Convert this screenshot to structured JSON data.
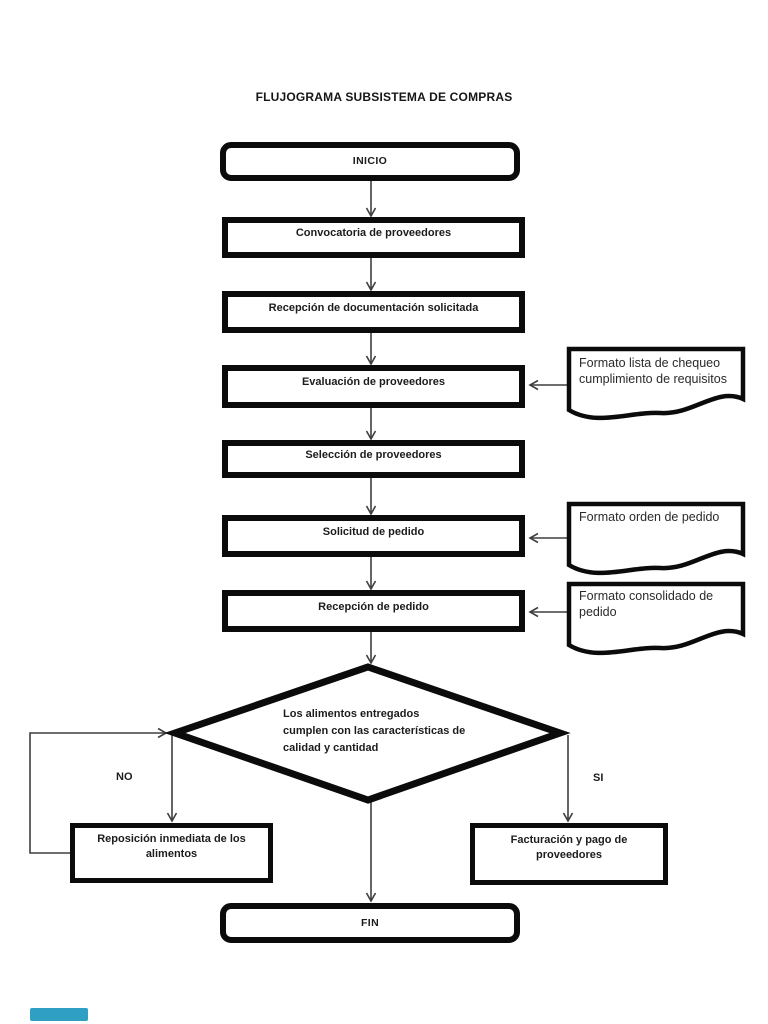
{
  "title": "FLUJOGRAMA SUBSISTEMA DE COMPRAS",
  "nodes": {
    "inicio": {
      "label": "INICIO"
    },
    "convocatoria": {
      "label": "Convocatoria de proveedores"
    },
    "recepcion_documentacion": {
      "label": "Recepción de documentación solicitada"
    },
    "evaluacion": {
      "label": "Evaluación de proveedores"
    },
    "seleccion": {
      "label": "Selección de proveedores"
    },
    "solicitud": {
      "label": "Solicitud de pedido"
    },
    "recepcion_pedido": {
      "label": "Recepción de pedido"
    },
    "decision": {
      "label": "Los alimentos entregados cumplen con las características de calidad y cantidad",
      "lines": [
        "Los alimentos entregados",
        "cumplen con las características de",
        "calidad y cantidad"
      ]
    },
    "reposicion": {
      "label": "Reposición inmediata de los alimentos",
      "lines": [
        "Reposición inmediata de los",
        "alimentos"
      ]
    },
    "facturacion": {
      "label": "Facturación y pago de proveedores",
      "lines": [
        "Facturación y pago de",
        "proveedores"
      ]
    },
    "fin": {
      "label": "FIN"
    }
  },
  "documents": {
    "doc_lista_chequeo": {
      "label": "Formato lista de chequeo cumplimiento de requisitos",
      "lines": [
        "Formato lista de chequeo",
        "cumplimiento de requisitos"
      ]
    },
    "doc_orden_pedido": {
      "label": "Formato orden de pedido",
      "lines": [
        "Formato orden de pedido"
      ]
    },
    "doc_consolidado": {
      "label": "Formato consolidado de pedido",
      "lines": [
        "Formato consolidado de",
        "pedido"
      ]
    }
  },
  "branch_labels": {
    "no": "NO",
    "si": "SI"
  },
  "colors": {
    "shape_border": "#0b0b0b",
    "connector": "#3f3f3f",
    "page_background": "#ffffff",
    "footer_bar": "#2f9fc4"
  }
}
